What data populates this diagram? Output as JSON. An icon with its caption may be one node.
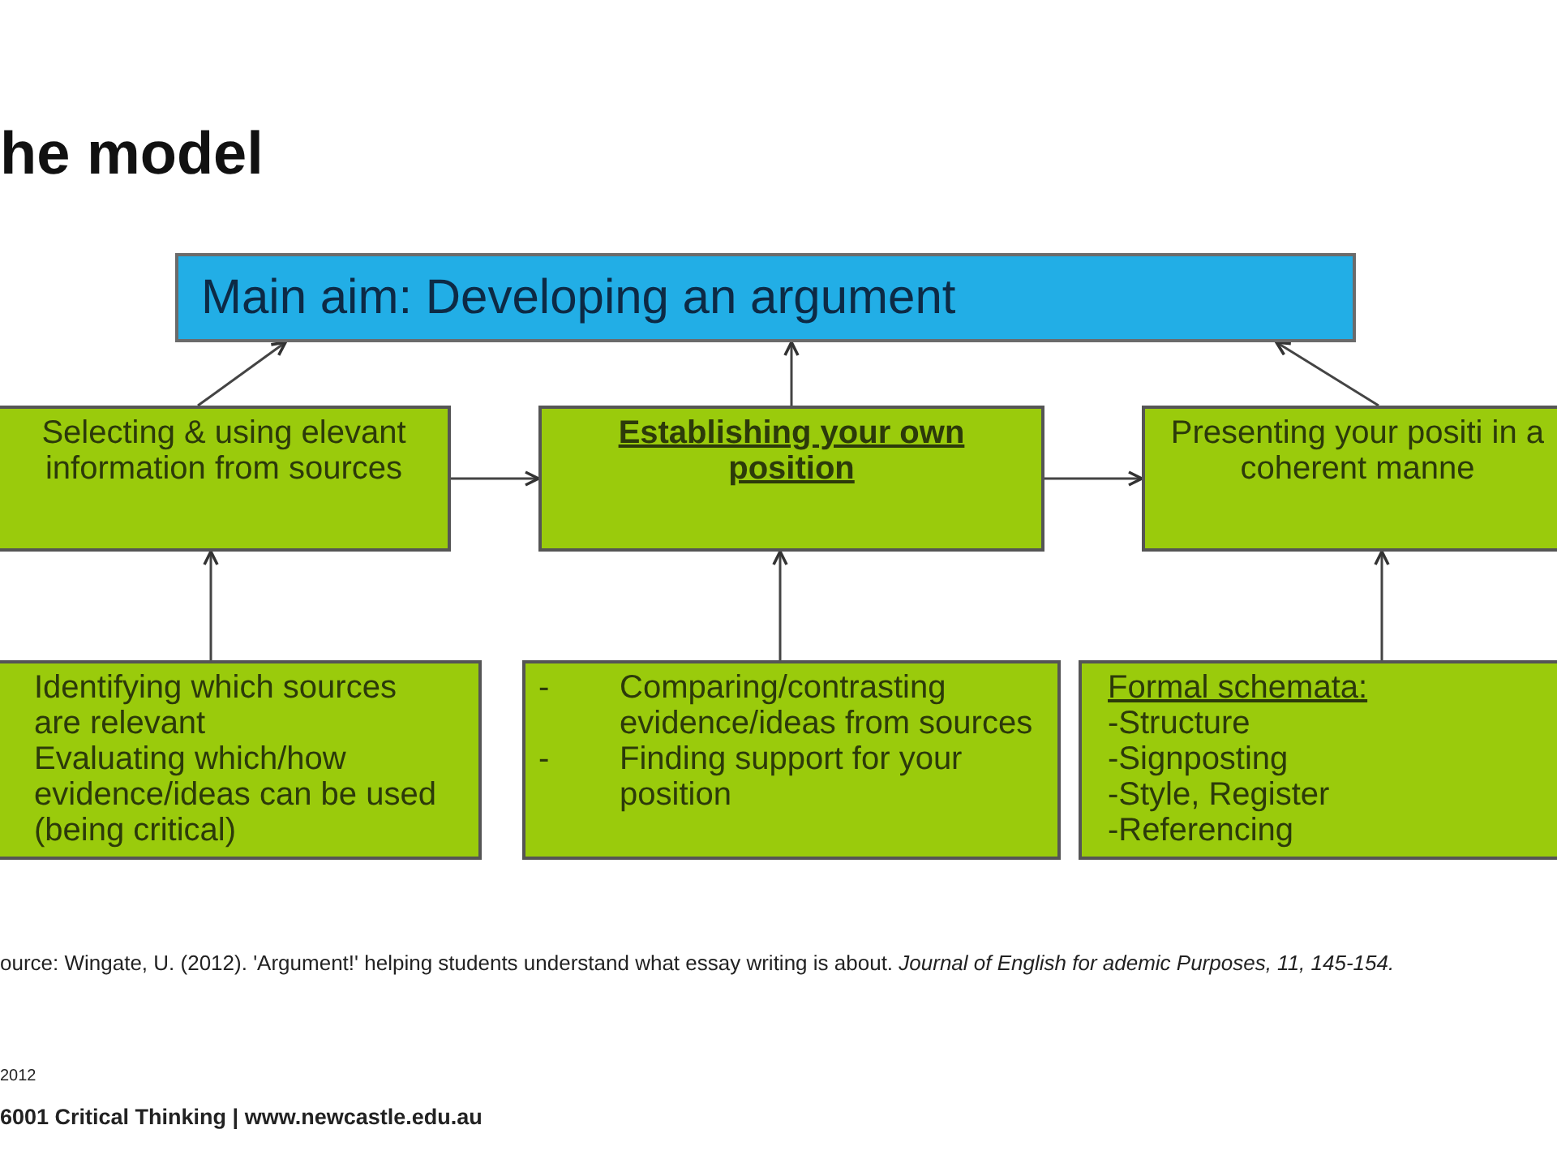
{
  "diagram": {
    "title": "he model",
    "nodes": [
      {
        "text": [
          "Main aim: Developing an argument"
        ]
      },
      {
        "text": [
          "Selecting & using elevant information from sources"
        ]
      },
      {
        "text": [
          "Establishing your own position"
        ]
      },
      {
        "text": [
          "Presenting your positi in a coherent manne"
        ]
      },
      {
        "text": [
          "Identifying which sources are relevant",
          "Evaluating which/how evidence/ideas can be used (being critical)"
        ]
      },
      {
        "text": [
          "-",
          "Comparing/contrasting evidence/ideas from sources",
          "-",
          "Finding support for your position"
        ]
      },
      {
        "text": [
          "Formal schemata:",
          "-Structure",
          "-Signposting",
          "-Style, Register",
          "-Referencing"
        ]
      }
    ],
    "edges": [
      {
        "from": 1,
        "to": 0,
        "arrow": "to"
      },
      {
        "from": 2,
        "to": 0,
        "arrow": "to"
      },
      {
        "from": 3,
        "to": 0,
        "arrow": "to"
      },
      {
        "from": 1,
        "to": 2,
        "arrow": "to"
      },
      {
        "from": 2,
        "to": 3,
        "arrow": "to"
      },
      {
        "from": 4,
        "to": 1,
        "arrow": "to"
      },
      {
        "from": 5,
        "to": 2,
        "arrow": "to"
      },
      {
        "from": 6,
        "to": 3,
        "arrow": "to"
      }
    ],
    "labels": [
      "ource: Wingate, U. (2012). 'Argument!' helping students understand what essay writing is about. *Journal of English for ademic Purposes, 11, 145-154.*",
      "2012",
      "6001 Critical Thinking | www.newcastle.edu.au"
    ]
  }
}
